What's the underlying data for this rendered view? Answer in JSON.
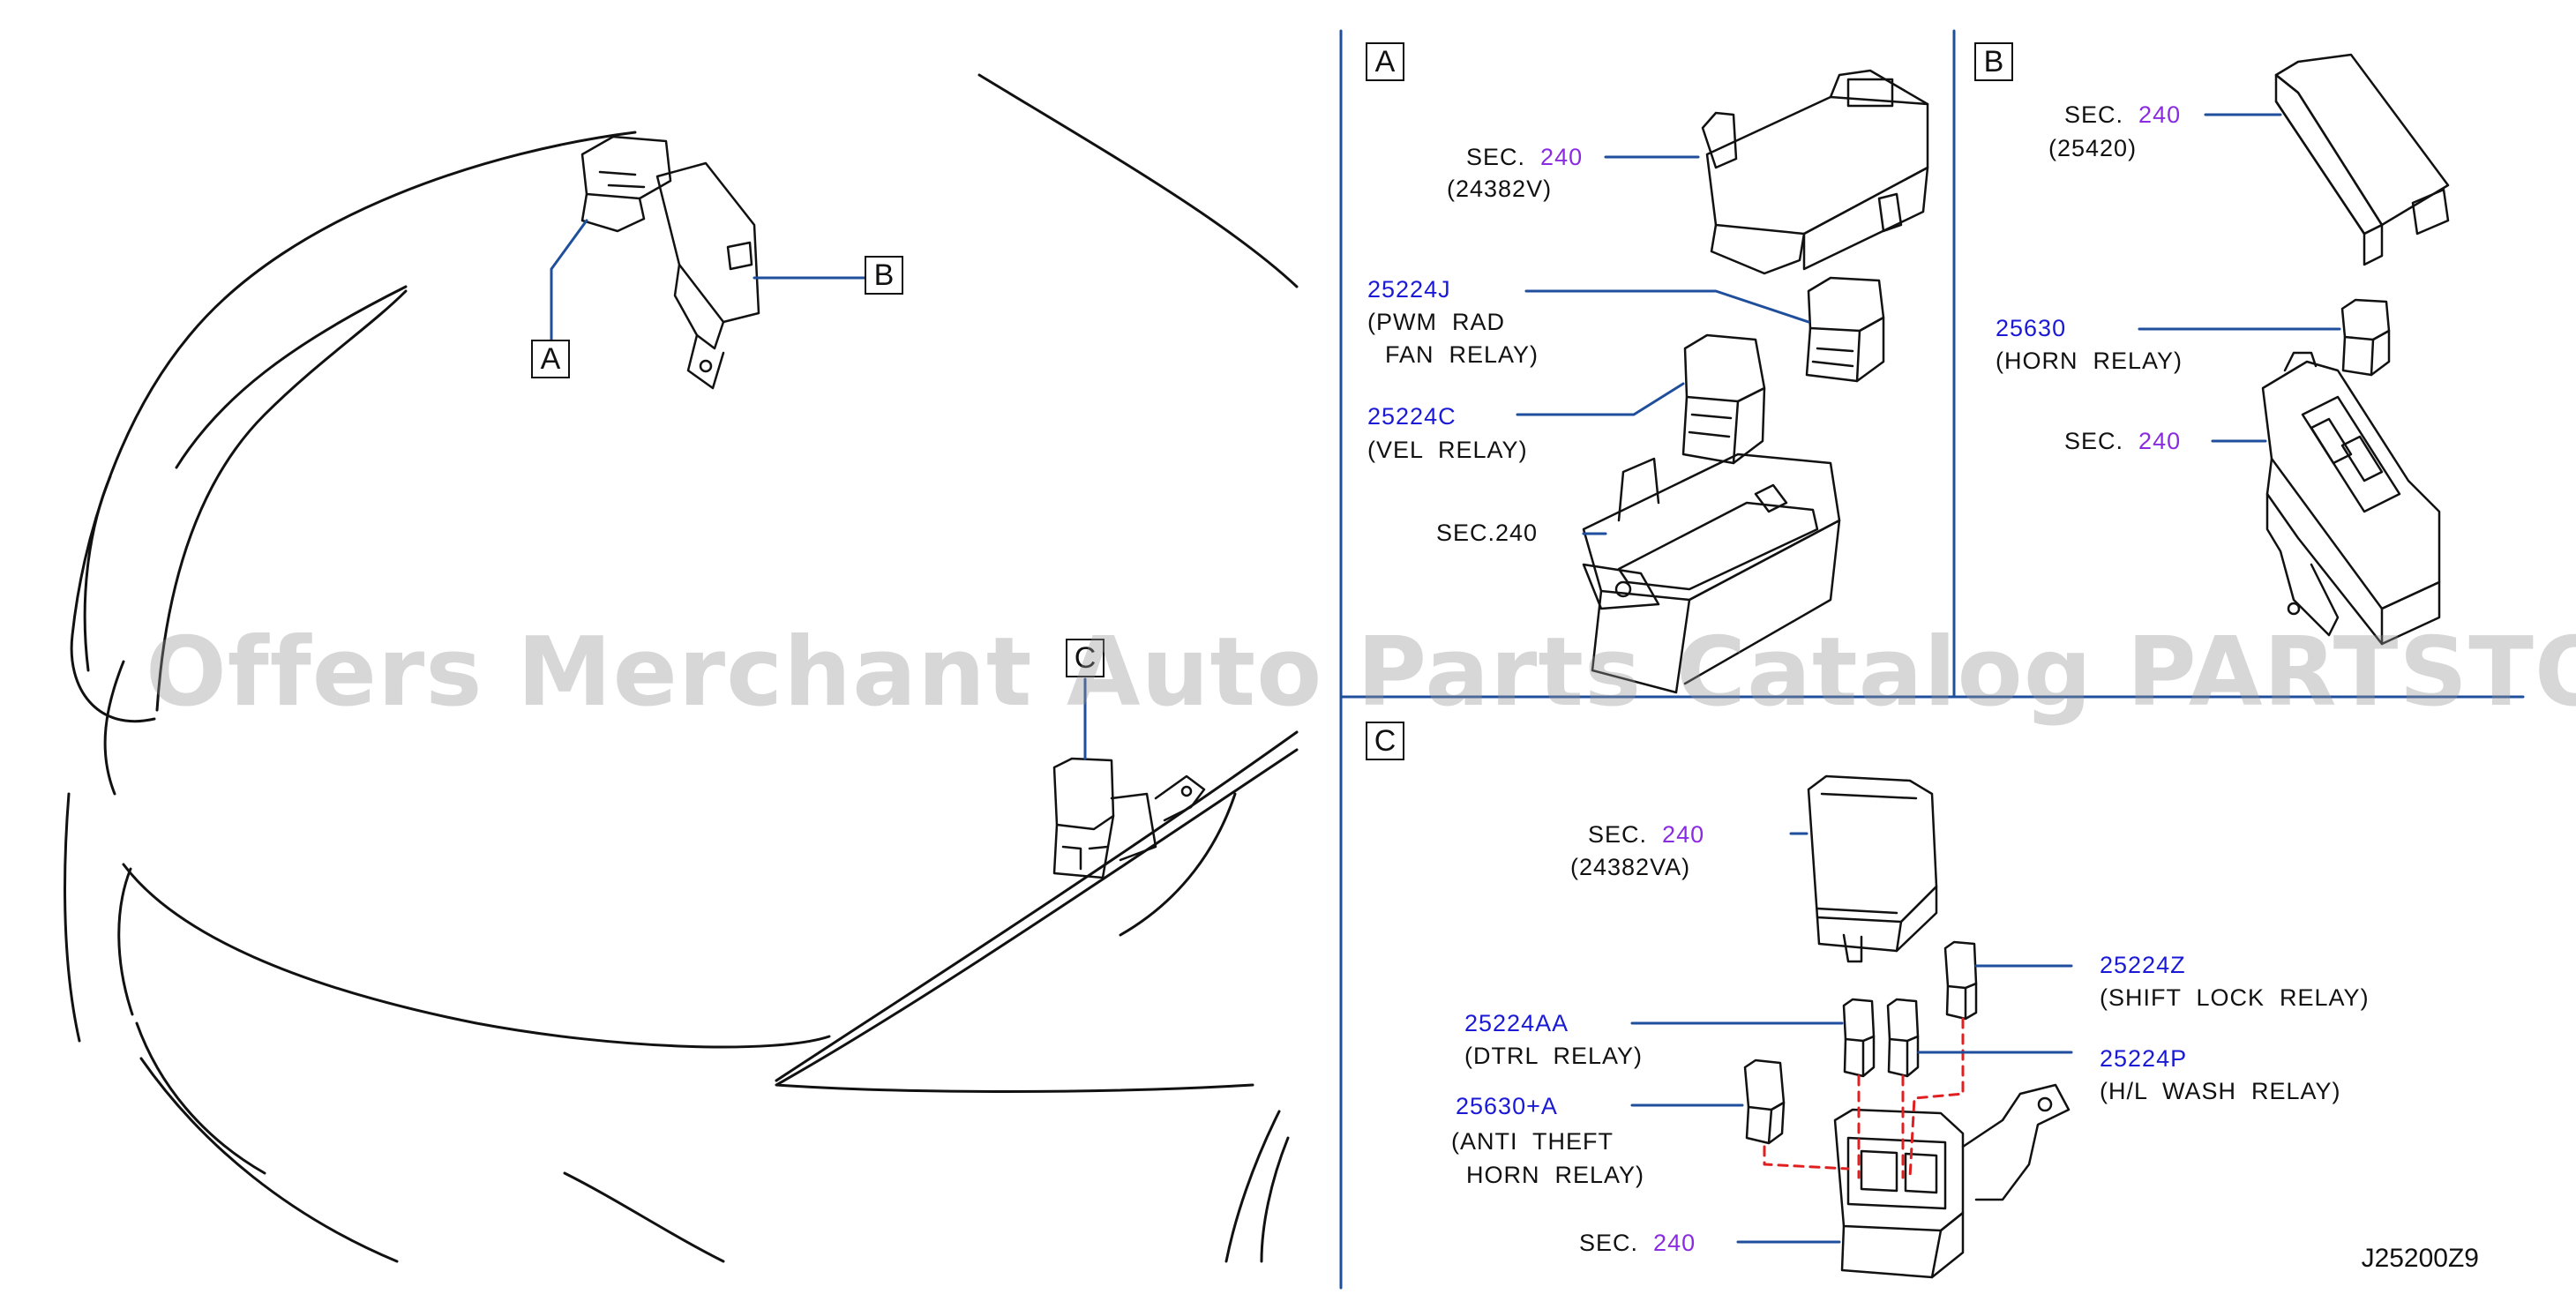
{
  "diagram": {
    "code": "J25200Z9",
    "watermark": "Offers Merchant Auto Parts Catalog PARTSTORE.SA",
    "overview_callouts": [
      "A",
      "B",
      "C"
    ],
    "panels": [
      {
        "id": "A",
        "label": "A"
      },
      {
        "id": "B",
        "label": "B"
      },
      {
        "id": "C",
        "label": "C"
      }
    ],
    "labels": {
      "a_sec_num": "240",
      "a_sec_code": "(24382V)",
      "a_pwm_pn": "25224J",
      "a_pwm_desc1": "(PWM  RAD",
      "a_pwm_desc2": "FAN  RELAY)",
      "a_vel_pn": "25224C",
      "a_vel_desc": "(VEL  RELAY)",
      "a_sec240": "SEC.240",
      "b_sec_num": "240",
      "b_sec_code": "(25420)",
      "b_horn_pn": "25630",
      "b_horn_desc": "(HORN  RELAY)",
      "b_sec2_num": "240",
      "c_sec_num": "240",
      "c_sec_code": "(24382VA)",
      "c_shift_pn": "25224Z",
      "c_shift_desc": "(SHIFT  LOCK  RELAY)",
      "c_dtrl_pn": "25224AA",
      "c_dtrl_desc": "(DTRL  RELAY)",
      "c_wash_pn": "25224P",
      "c_wash_desc": "(H/L  WASH  RELAY)",
      "c_anti_pn": "25630+A",
      "c_anti_desc1": "(ANTI  THEFT",
      "c_anti_desc2": "HORN  RELAY)",
      "c_sec2_num": "240"
    },
    "sec_prefix": "SEC.",
    "colors": {
      "line": "#111111",
      "leader": "#1f4e9c",
      "part_number": "#1a1ad6",
      "section_number": "#8a2be2",
      "relation": "#e02020"
    }
  }
}
